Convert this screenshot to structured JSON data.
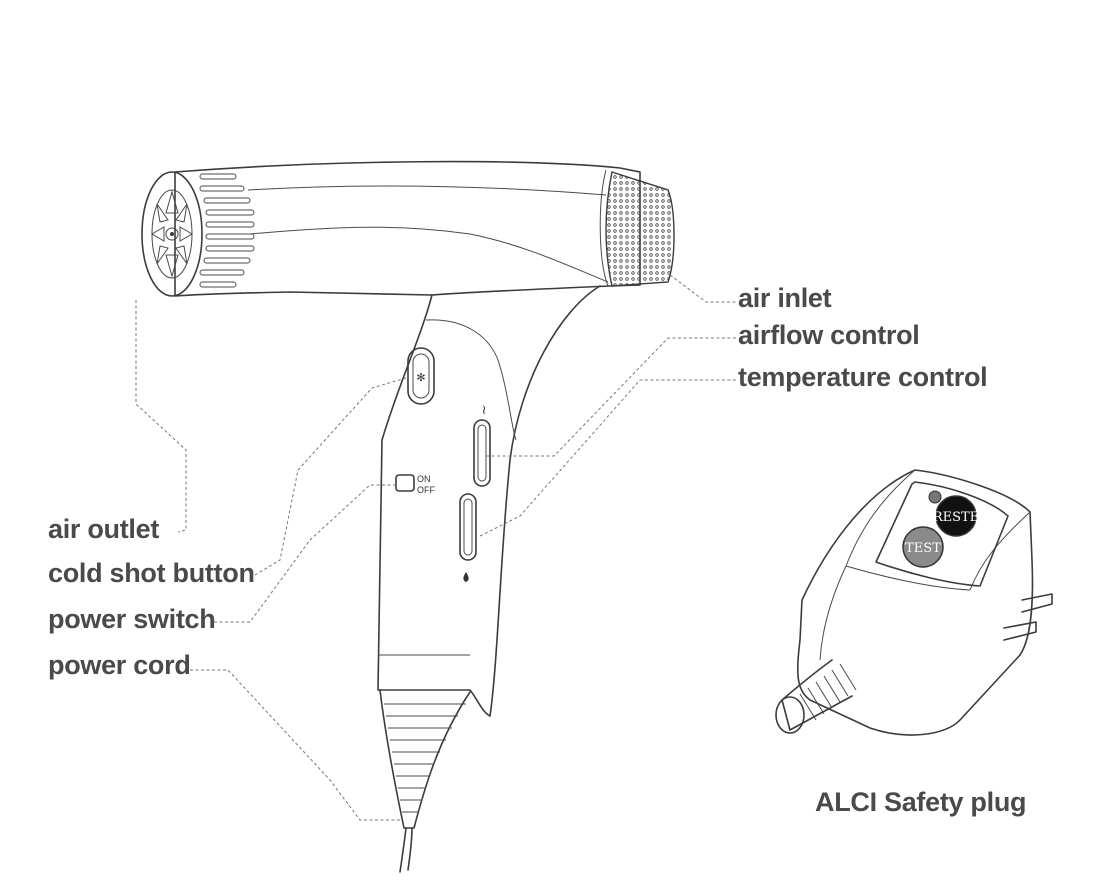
{
  "labels": {
    "air_inlet": "air inlet",
    "airflow_control": "airflow control",
    "temperature_control": "temperature control",
    "air_outlet": "air outlet",
    "cold_shot_button": "cold shot button",
    "power_switch": "power switch",
    "power_cord": "power cord",
    "alci_safety_plug": "ALCI Safety plug"
  },
  "switch_text": {
    "on": "ON",
    "off": "OFF"
  },
  "plug_buttons": {
    "reset": "RESTE",
    "test": "TEST"
  },
  "colors": {
    "label": "#4a4a4a",
    "line": "#3c3c3c",
    "reset_button": "#111111",
    "test_button": "#8a8a8a"
  },
  "icons": [
    "airflow-icon",
    "drop-icon",
    "snowflake-icon"
  ]
}
